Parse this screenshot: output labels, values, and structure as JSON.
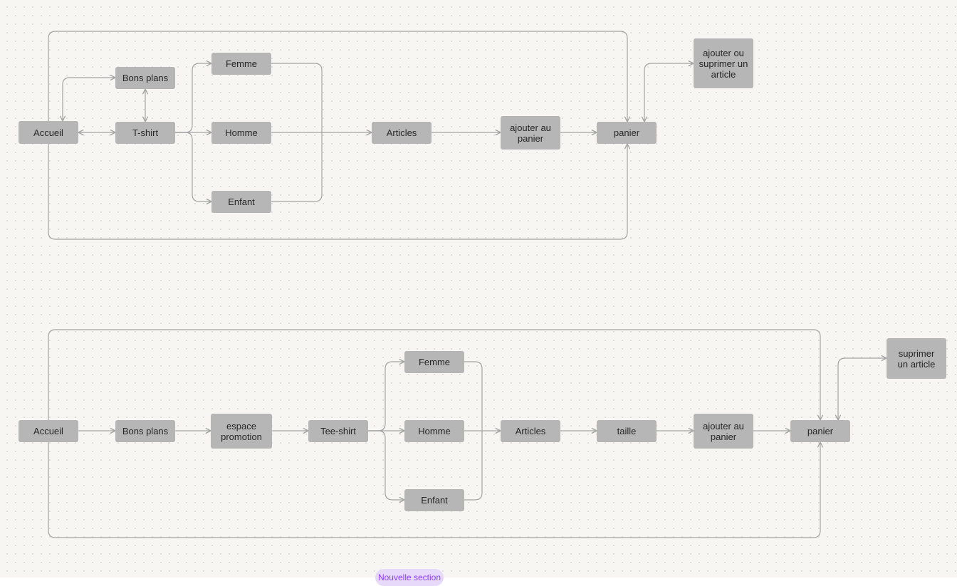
{
  "app": {
    "background": "#f7f6f3"
  },
  "colors": {
    "node_bg": "#b6b6b6",
    "node_text": "#262626",
    "connector": "#a3a3a3",
    "pill_bg": "#e7d9fa",
    "pill_text": "#8a3ffc"
  },
  "nodes": {
    "t1_accueil": "Accueil",
    "t1_bons_plans": "Bons plans",
    "t1_tshirt": "T-shirt",
    "t1_femme": "Femme",
    "t1_homme": "Homme",
    "t1_enfant": "Enfant",
    "t1_articles": "Articles",
    "t1_ajouter_au_panier": "ajouter au\npanier",
    "t1_panier": "panier",
    "t1_ajouter_suprimer": "ajouter ou\nsuprimer un\narticle",
    "t2_accueil": "Accueil",
    "t2_bons_plans": "Bons plans",
    "t2_espace_promotion": "espace\npromotion",
    "t2_tee_shirt": "Tee-shirt",
    "t2_femme": "Femme",
    "t2_homme": "Homme",
    "t2_enfant": "Enfant",
    "t2_articles": "Articles",
    "t2_taille": "taille",
    "t2_ajouter_au_panier": "ajouter au\npanier",
    "t2_panier": "panier",
    "t2_suprimer_article": "suprimer\nun article"
  },
  "edges": [
    {
      "from": "t1_accueil",
      "to": "t1_bons_plans",
      "arrows": "both",
      "route": "elbow"
    },
    {
      "from": "t1_accueil",
      "to": "t1_tshirt",
      "arrows": "both",
      "route": "straight"
    },
    {
      "from": "t1_bons_plans",
      "to": "t1_tshirt",
      "arrows": "both",
      "route": "straight"
    },
    {
      "from": "t1_tshirt",
      "to": "t1_femme",
      "arrows": "end",
      "route": "elbow"
    },
    {
      "from": "t1_tshirt",
      "to": "t1_homme",
      "arrows": "end",
      "route": "straight"
    },
    {
      "from": "t1_tshirt",
      "to": "t1_enfant",
      "arrows": "end",
      "route": "elbow"
    },
    {
      "from": "t1_femme",
      "to": "t1_articles",
      "arrows": "none",
      "route": "elbow-merge"
    },
    {
      "from": "t1_homme",
      "to": "t1_articles",
      "arrows": "end",
      "route": "straight"
    },
    {
      "from": "t1_enfant",
      "to": "t1_articles",
      "arrows": "none",
      "route": "elbow-merge"
    },
    {
      "from": "t1_articles",
      "to": "t1_ajouter_au_panier",
      "arrows": "end",
      "route": "straight"
    },
    {
      "from": "t1_ajouter_au_panier",
      "to": "t1_panier",
      "arrows": "end",
      "route": "straight"
    },
    {
      "from": "t1_panier",
      "to": "t1_ajouter_suprimer",
      "arrows": "both",
      "route": "elbow"
    },
    {
      "from": "t1_panier",
      "to": "t1_accueil",
      "arrows": "both",
      "route": "loop"
    },
    {
      "from": "t2_accueil",
      "to": "t2_bons_plans",
      "arrows": "end",
      "route": "straight"
    },
    {
      "from": "t2_bons_plans",
      "to": "t2_espace_promotion",
      "arrows": "end",
      "route": "straight"
    },
    {
      "from": "t2_espace_promotion",
      "to": "t2_tee_shirt",
      "arrows": "end",
      "route": "straight"
    },
    {
      "from": "t2_tee_shirt",
      "to": "t2_femme",
      "arrows": "end",
      "route": "elbow"
    },
    {
      "from": "t2_tee_shirt",
      "to": "t2_homme",
      "arrows": "end",
      "route": "straight"
    },
    {
      "from": "t2_tee_shirt",
      "to": "t2_enfant",
      "arrows": "end",
      "route": "elbow"
    },
    {
      "from": "t2_femme",
      "to": "t2_articles",
      "arrows": "none",
      "route": "elbow-merge"
    },
    {
      "from": "t2_homme",
      "to": "t2_articles",
      "arrows": "end",
      "route": "straight"
    },
    {
      "from": "t2_enfant",
      "to": "t2_articles",
      "arrows": "none",
      "route": "elbow-merge"
    },
    {
      "from": "t2_articles",
      "to": "t2_taille",
      "arrows": "end",
      "route": "straight"
    },
    {
      "from": "t2_taille",
      "to": "t2_ajouter_au_panier",
      "arrows": "end",
      "route": "straight"
    },
    {
      "from": "t2_ajouter_au_panier",
      "to": "t2_panier",
      "arrows": "end",
      "route": "straight"
    },
    {
      "from": "t2_panier",
      "to": "t2_suprimer_article",
      "arrows": "both",
      "route": "elbow"
    },
    {
      "from": "t2_panier",
      "to": "t2_accueil",
      "arrows": "both",
      "route": "loop"
    }
  ],
  "pill": {
    "label": "Nouvelle section"
  }
}
